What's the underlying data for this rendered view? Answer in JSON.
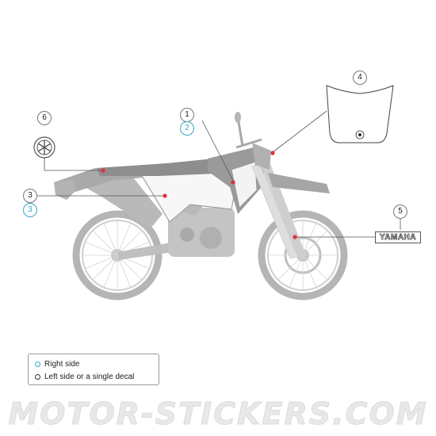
{
  "callouts": {
    "c1": "1",
    "c2": "2",
    "c3a": "3",
    "c3b": "3",
    "c4": "4",
    "c5": "5",
    "c6": "6"
  },
  "decal5_text": "YAMAHA",
  "legend": {
    "right_side": "Right side",
    "left_or_single": "Left side or a single decal"
  },
  "watermark": "MOTOR-STICKERS.COM",
  "colors": {
    "right_side_accent": "#38a8c8",
    "marker_red": "#e0303a",
    "callout_line": "#555555"
  }
}
